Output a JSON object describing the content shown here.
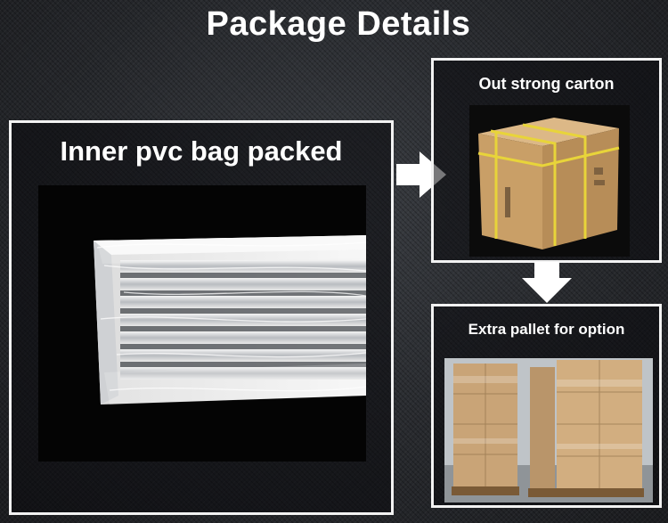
{
  "page": {
    "title": "Package Details"
  },
  "panels": {
    "inner": {
      "label": "Inner pvc bag packed",
      "icon": "grille-in-bag-photo"
    },
    "carton": {
      "label": "Out strong carton",
      "icon": "carton-box-photo"
    },
    "pallet": {
      "label": "Extra pallet for option",
      "icon": "pallet-stack-photo"
    }
  },
  "arrows": [
    {
      "name": "right-arrow-icon",
      "direction": "right"
    },
    {
      "name": "down-arrow-icon",
      "direction": "down"
    }
  ],
  "colors": {
    "border": "#f2f2f2",
    "background": "#2a2c30",
    "text": "#ffffff",
    "carton": "#c9a06a",
    "tape": "#e8d43a"
  }
}
